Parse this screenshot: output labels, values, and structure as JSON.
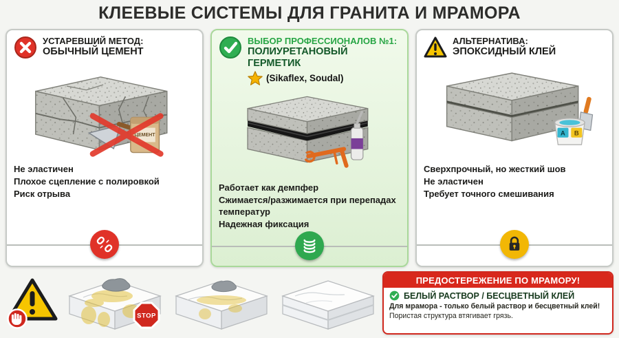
{
  "title": "КЛЕЕВЫЕ СИСТЕМЫ ДЛЯ ГРАНИТА И МРАМОРА",
  "panels": [
    {
      "heading1": "УСТАРЕВШИЙ МЕТОД:",
      "heading2": "ОБЫЧНЫЙ ЦЕМЕНТ",
      "bag_label": "ЦЕМЕНТ",
      "bullets": [
        "Не эластичен",
        "Плохое сцепление с полировкой",
        "Риск отрыва"
      ]
    },
    {
      "heading1": "ВЫБОР ПРОФЕССИОНАЛОВ №1:",
      "heading2": "ПОЛИУРЕТАНОВЫЙ ГЕРМЕТИК",
      "heading3": "(Sikaflex, Soudal)",
      "bullets": [
        "Работает как демпфер",
        "Сжимается/разжимается при перепадах температур",
        "Надежная фиксация"
      ]
    },
    {
      "heading1": "АЛЬТЕРНАТИВА:",
      "heading2": "ЭПОКСИДНЫЙ КЛЕЙ",
      "component_a": "A",
      "component_b": "B",
      "bullets": [
        "Сверхпрочный, но жесткий шов",
        "Не эластичен",
        "Требует точного смешивания"
      ]
    }
  ],
  "marble_warning": {
    "banner": "ПРЕДОСТЕРЕЖЕНИЕ ПО МРАМОРУ!",
    "subheading": "БЕЛЫЙ РАСТВОР / БЕСЦВЕТНЫЙ КЛЕЙ",
    "body1": "Для мрамора - только белый раствор и бесцветный клей!",
    "body2": "Пористая структура втягивает грязь.",
    "stop": "STOP"
  },
  "icons": {
    "panel1_head": "x-circle-icon",
    "panel2_head": "check-circle-icon",
    "panel2_star": "star-icon",
    "panel3_head": "warning-triangle-icon",
    "panel1_badge": "broken-chain-icon",
    "panel2_badge": "spring-icon",
    "panel3_badge": "padlock-icon",
    "footer_left": "warning-triangle-hand-icon",
    "marble_check": "check-circle-icon"
  },
  "colors": {
    "red": "#e03228",
    "green": "#2fa84f",
    "yellow": "#f6c500",
    "banner_red": "#d8281c"
  }
}
